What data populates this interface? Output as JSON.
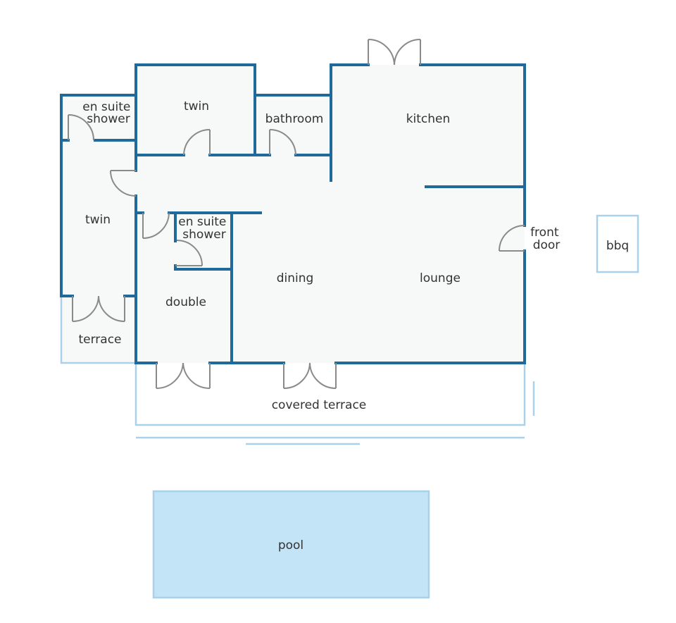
{
  "colors": {
    "wall": "#1f6a9a",
    "outline": "#a9d2ea",
    "floor": "#f7f8f8",
    "pool": "#c3e3f7",
    "door": "#8a8a8a"
  },
  "rooms": {
    "en_suite_shower_1": [
      "en suite",
      "shower"
    ],
    "twin_top": "twin",
    "bathroom": "bathroom",
    "kitchen": "kitchen",
    "twin_left": "twin",
    "en_suite_shower_2": [
      "en suite",
      "shower"
    ],
    "dining": "dining",
    "lounge": "lounge",
    "front_door": [
      "front",
      "door"
    ],
    "bbq": "bbq",
    "double": "double",
    "terrace": "terrace",
    "covered_terrace": "covered terrace",
    "pool": "pool"
  }
}
